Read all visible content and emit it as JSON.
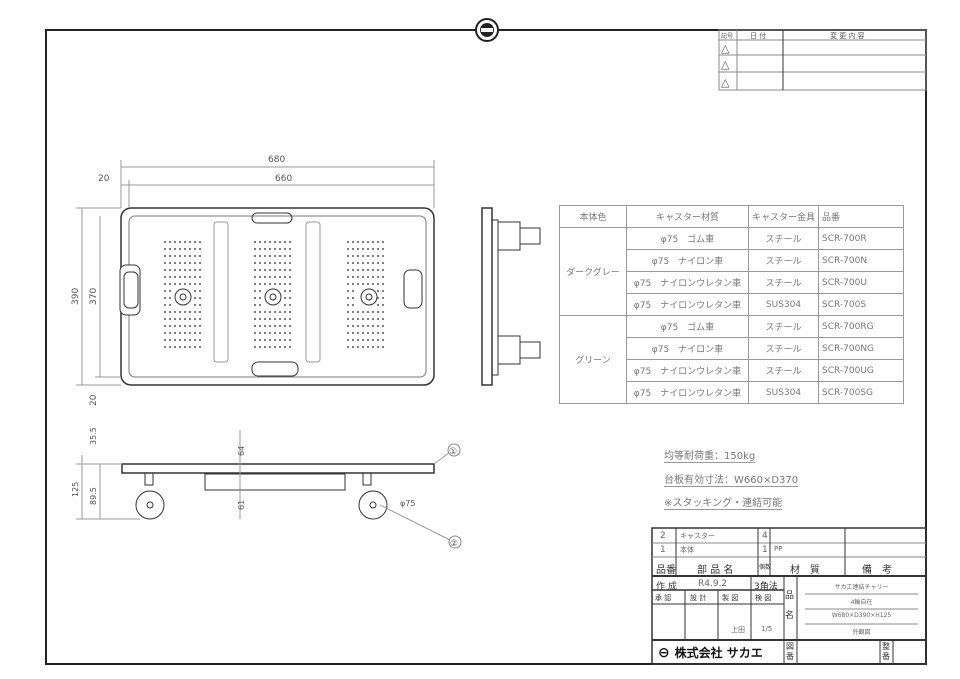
{
  "revision_block": {
    "headers": [
      "記号",
      "日 付",
      "変 更 内 容"
    ],
    "marks": [
      "△",
      "△",
      "△"
    ]
  },
  "dimensions": {
    "overall_width": "680",
    "inner_width": "660",
    "edge_offset": "20",
    "overall_depth": "390",
    "inner_depth": "370",
    "bottom_offset": "20",
    "top_height": "35.5",
    "total_height": "125",
    "caster_height": "89.5",
    "dim_64": "64",
    "dim_61": "61",
    "caster_diameter": "φ75"
  },
  "balloons": [
    "①",
    "②"
  ],
  "spec_table": {
    "headers": [
      "本体色",
      "キャスター材質",
      "キャスター金具",
      "品番"
    ],
    "groups": [
      {
        "color": "ダークグレー",
        "rows": [
          [
            "φ75　ゴム車",
            "スチール",
            "SCR-700R"
          ],
          [
            "φ75　ナイロン車",
            "スチール",
            "SCR-700N"
          ],
          [
            "φ75　ナイロンウレタン車",
            "スチール",
            "SCR-700U"
          ],
          [
            "φ75　ナイロンウレタン車",
            "SUS304",
            "SCR-700S"
          ]
        ]
      },
      {
        "color": "グリーン",
        "rows": [
          [
            "φ75　ゴム車",
            "スチール",
            "SCR-700RG"
          ],
          [
            "φ75　ナイロン車",
            "スチール",
            "SCR-700NG"
          ],
          [
            "φ75　ナイロンウレタン車",
            "スチール",
            "SCR-700UG"
          ],
          [
            "φ75　ナイロンウレタン車",
            "SUS304",
            "SCR-700SG"
          ]
        ]
      }
    ]
  },
  "notes": [
    "均等耐荷重：150kg",
    "台板有効寸法：W660×D370",
    "※スタッキング・連結可能"
  ],
  "parts_list": {
    "rows": [
      [
        "2",
        "キャスター",
        "4",
        "",
        ""
      ],
      [
        "1",
        "本体",
        "1",
        "PP",
        ""
      ]
    ],
    "headers": [
      "品番",
      "部 品 名",
      "個数",
      "材　質",
      "備　考"
    ]
  },
  "title_block": {
    "created_label": "作 成",
    "created_date": "R4.9.2",
    "projection": "3角法",
    "roles": [
      "承 認",
      "設 計",
      "製 図",
      "検 図"
    ],
    "drafter": "上田",
    "scale": "1/5",
    "name_label": "品 名",
    "name_lines": [
      "サカエ連結チャリー",
      "4輪自在",
      "W680×D390×H125",
      "外観図"
    ],
    "company": "株式会社 サカエ",
    "drawing_no_label": "図 番",
    "seq_label": "整 番"
  }
}
